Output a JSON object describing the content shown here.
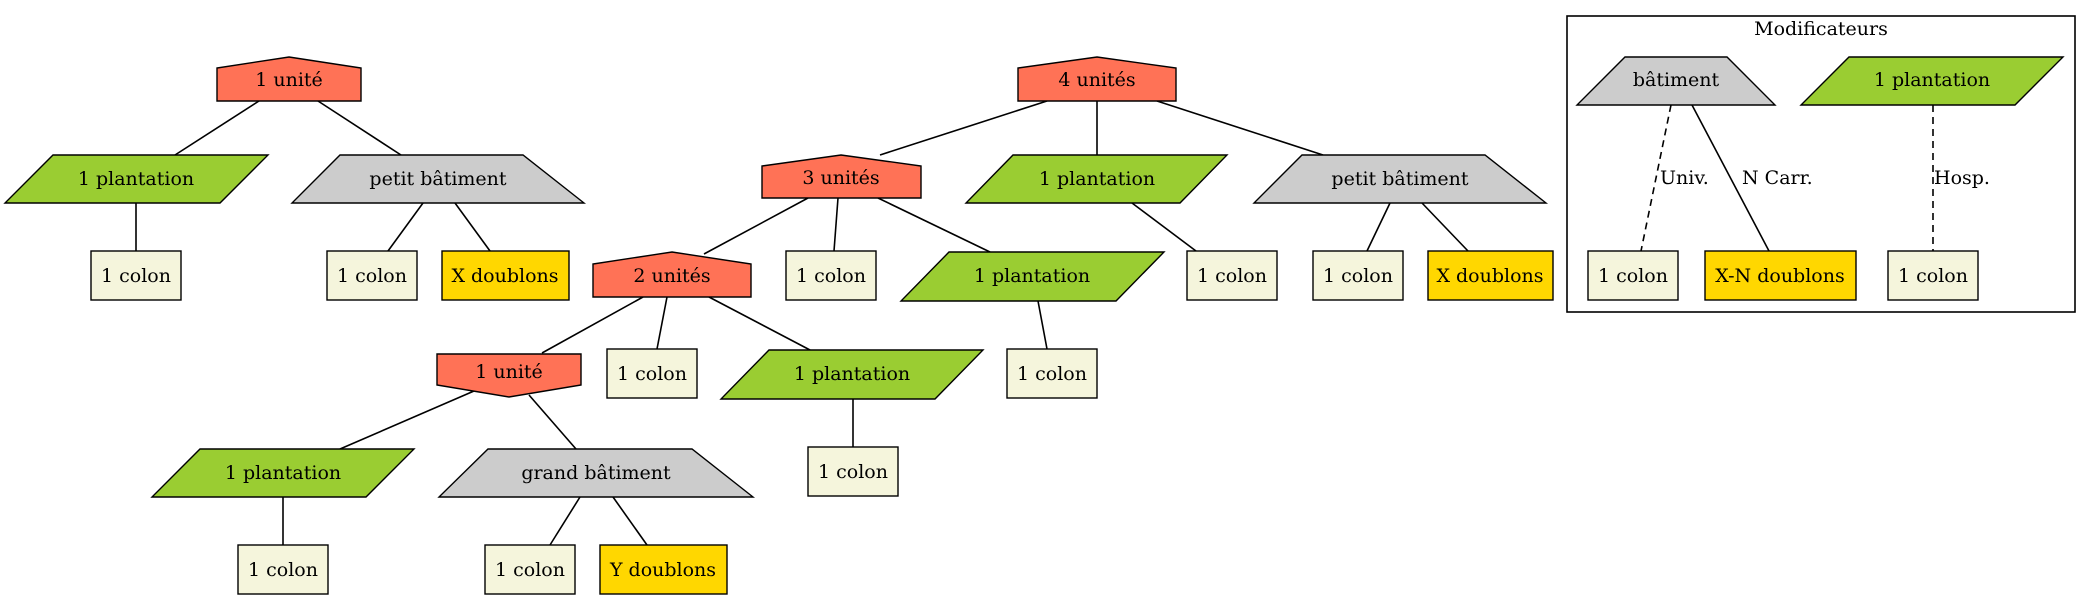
{
  "colors": {
    "unit": "#ff7256",
    "plantation": "#9acd32",
    "building": "#cccccc",
    "colon": "#f5f5dc",
    "doublons": "#ffd700",
    "stroke": "#000000"
  },
  "nodes": {
    "u1_left": "1 unité",
    "pl_left": "1 plantation",
    "pb_left": "petit bâtiment",
    "c_left_a": "1 colon",
    "c_left_b": "1 colon",
    "xd_left": "X doublons",
    "u4": "4 unités",
    "u3": "3 unités",
    "pl_4": "1 plantation",
    "pb_4": "petit bâtiment",
    "c_pl4": "1 colon",
    "c_pb4": "1 colon",
    "xd_pb4": "X doublons",
    "u2": "2 unités",
    "c_u3": "1 colon",
    "pl_3": "1 plantation",
    "c_pl3": "1 colon",
    "u1_mid": "1 unité",
    "c_u2": "1 colon",
    "pl_2": "1 plantation",
    "c_pl2": "1 colon",
    "pl_1": "1 plantation",
    "gb_1": "grand bâtiment",
    "c_pl1": "1 colon",
    "c_gb": "1 colon",
    "yd_gb": "Y doublons"
  },
  "legend": {
    "title": "Modificateurs",
    "building": "bâtiment",
    "plantation": "1 plantation",
    "colon_a": "1 colon",
    "doublons": "X-N doublons",
    "colon_b": "1 colon",
    "edge_univ": "Univ.",
    "edge_ncarr": "N Carr.",
    "edge_hosp": "Hosp."
  }
}
